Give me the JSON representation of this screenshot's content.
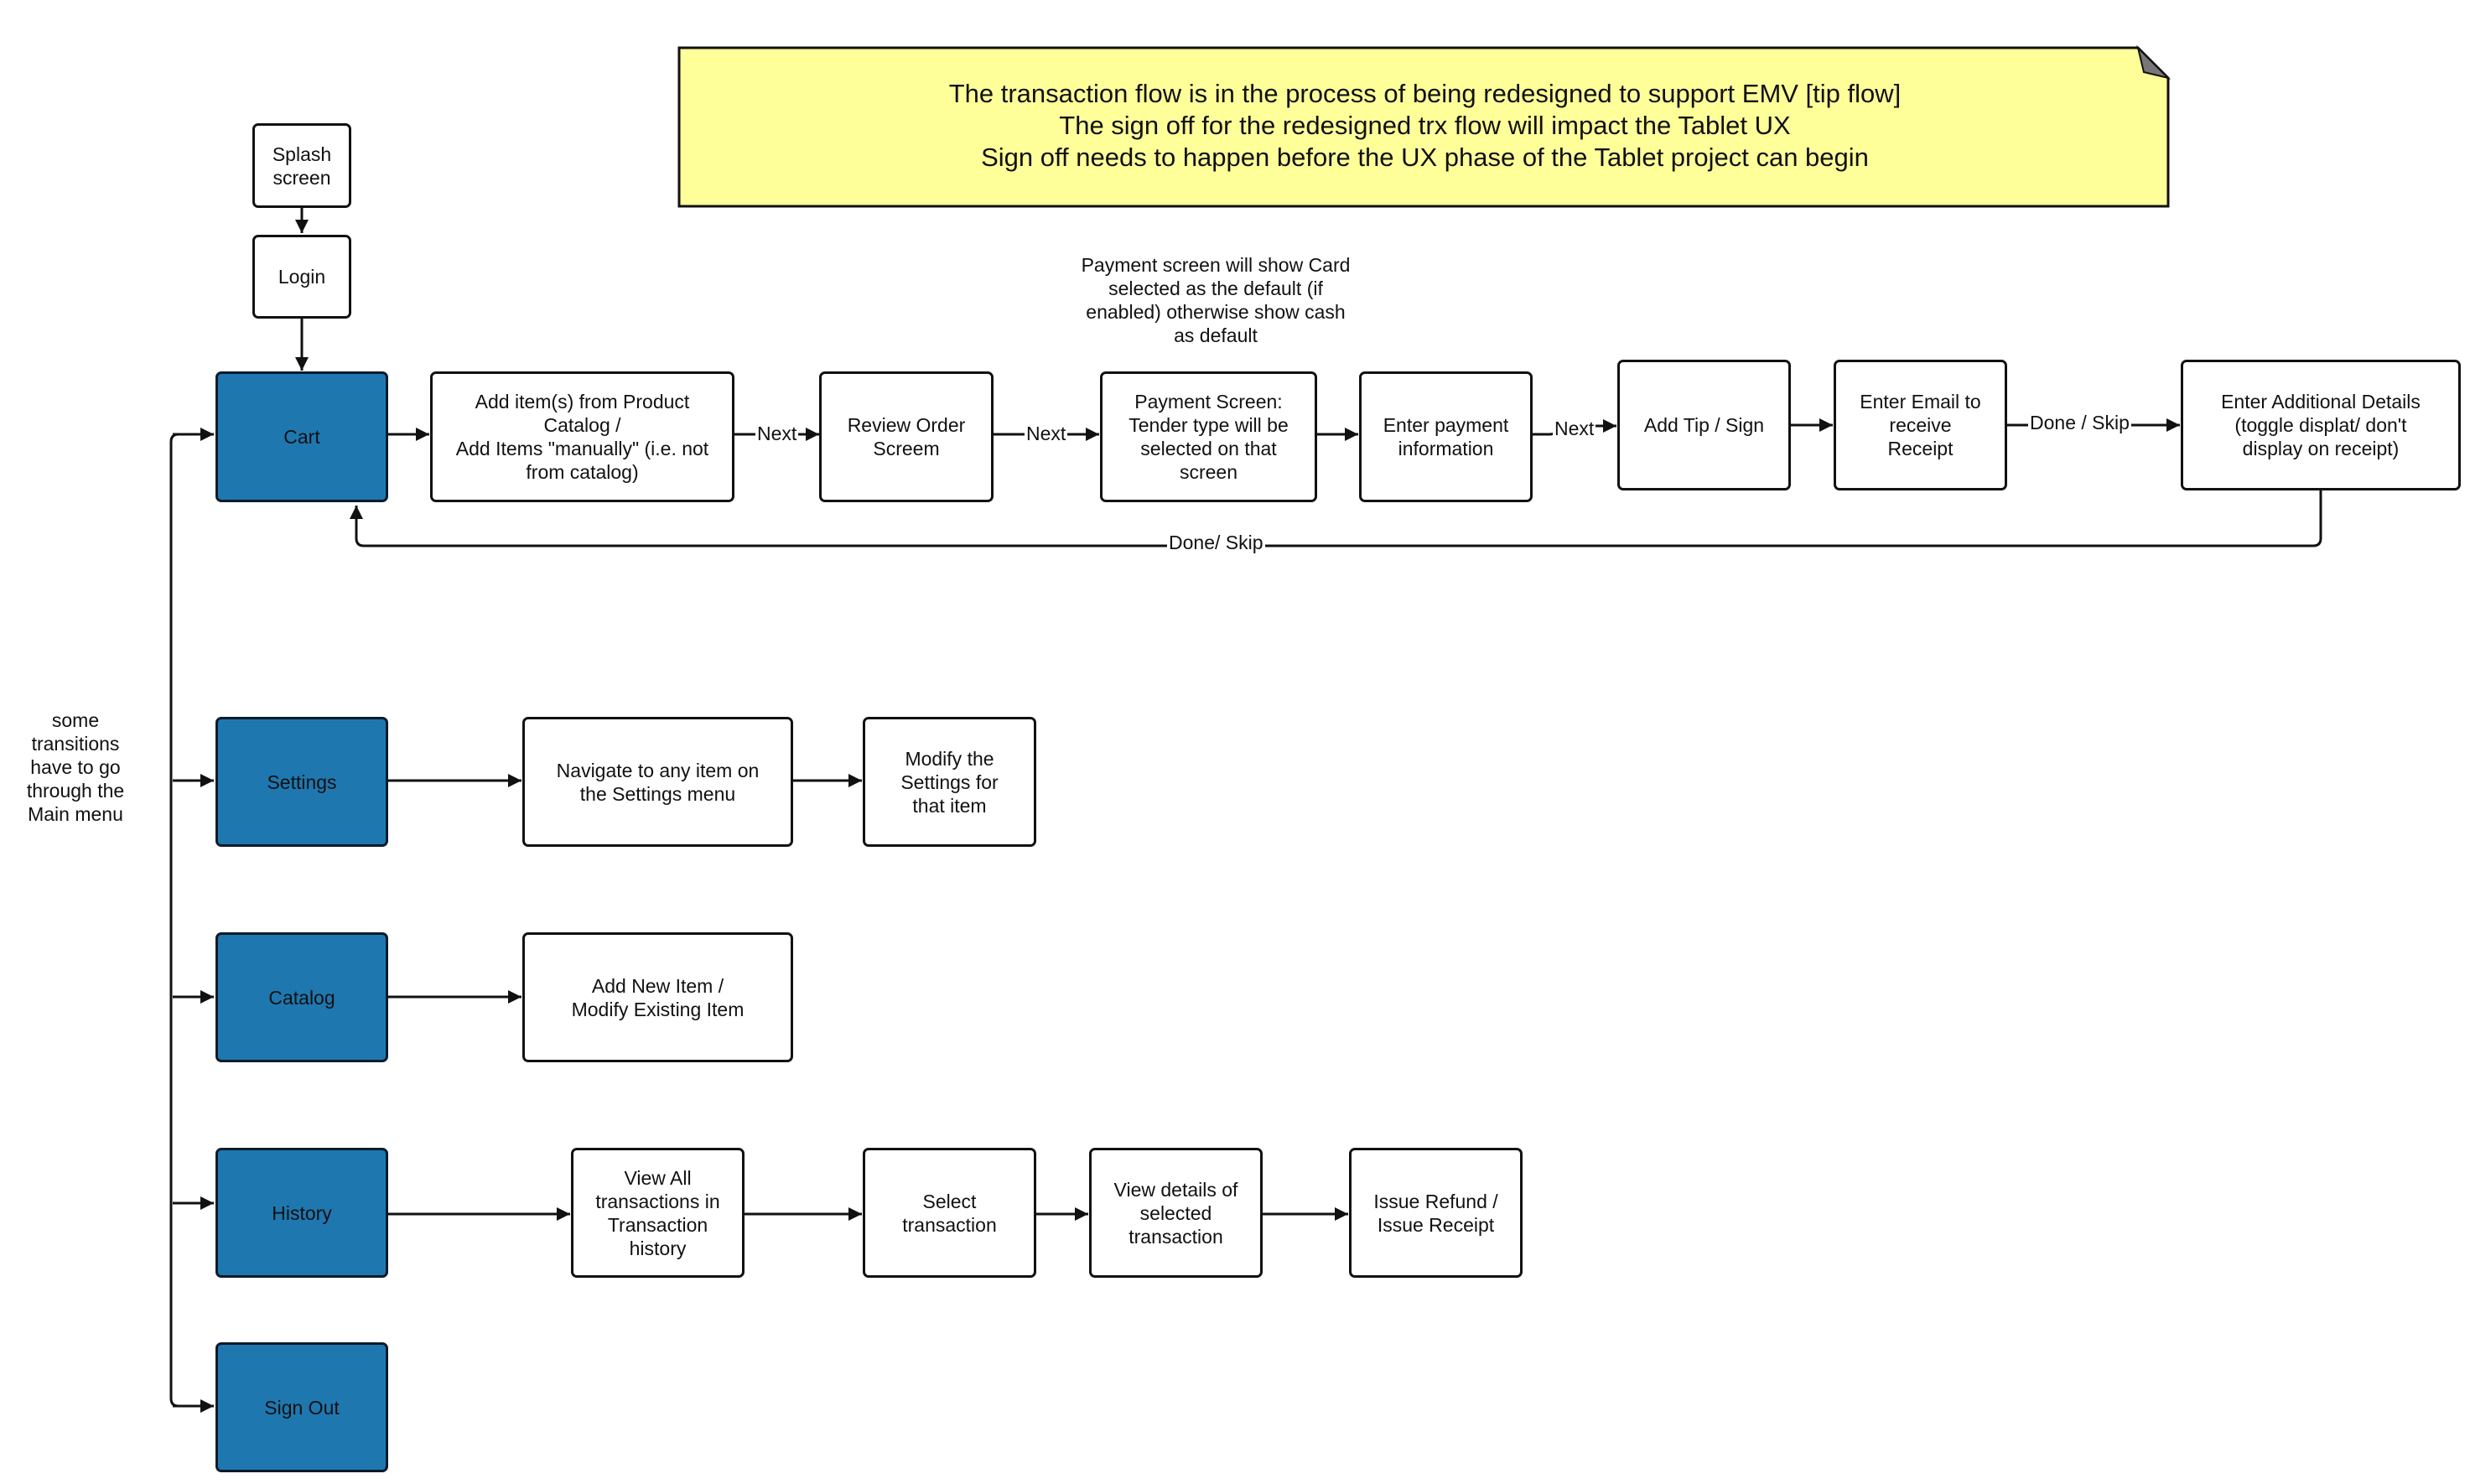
{
  "note": {
    "line1": "The transaction flow is in the process of being redesigned to support EMV [tip flow]",
    "line2": "The sign off for the redesigned trx flow will impact the Tablet UX",
    "line3": "Sign off needs to happen before the UX phase of the Tablet project can begin",
    "fill_color": "#ffff99"
  },
  "side_note": "some\ntransitions\nhave to go\nthrough the\nMain menu",
  "payment_annotation": "Payment screen will show Card\nselected as the default  (if\nenabled) otherwise show cash\nas default",
  "nodes": {
    "splash": "Splash\nscreen",
    "login": "Login",
    "cart": "Cart",
    "settings": "Settings",
    "catalog": "Catalog",
    "history": "History",
    "signout": "Sign Out",
    "add_items": "Add item(s) from Product\nCatalog /\nAdd Items \"manually\" (i.e. not\nfrom catalog)",
    "review_order": "Review Order\nScreem",
    "payment_screen": "Payment Screen:\nTender type will be\nselected on that\nscreen",
    "enter_payment": "Enter payment\ninformation",
    "tip_sign": "Add Tip / Sign",
    "email_receipt": "Enter Email to\nreceive\nReceipt",
    "additional_details": "Enter Additional Details\n(toggle displat/ don't\ndisplay on receipt)",
    "navigate_settings": "Navigate to any item on\nthe Settings menu",
    "modify_settings": "Modify the\nSettings for\nthat item",
    "add_new_item": "Add New Item /\nModify Existing Item",
    "view_all_trx": "View All\ntransactions in\nTransaction\nhistory",
    "select_trx": "Select\ntransaction",
    "view_details": "View details of\nselected\ntransaction",
    "issue_refund": "Issue Refund /\nIssue Receipt"
  },
  "edge_labels": {
    "next_1": "Next",
    "next_2": "Next",
    "next_3": "Next",
    "done_skip_1": "Done / Skip",
    "done_skip_2": "Done/ Skip"
  },
  "colors": {
    "main_menu_fill": "#1f77b0",
    "line": "#111111"
  }
}
